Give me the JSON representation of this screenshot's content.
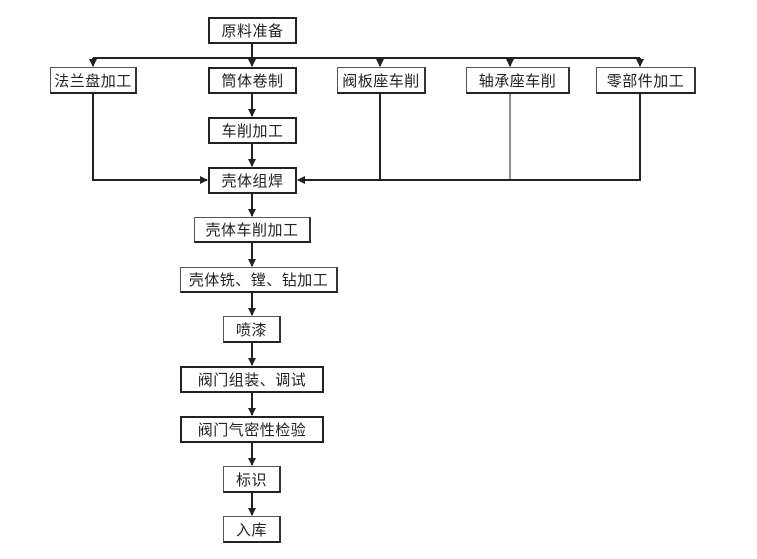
{
  "title": "阀门生产工艺流程",
  "steps": {
    "raw": "原料准备",
    "flange": "法兰盘加工",
    "cylinder": "筒体卷制",
    "valve_seat": "阀板座车削",
    "bearing_seat": "轴承座车削",
    "parts": "零部件加工",
    "turning": "车削加工",
    "weld": "壳体组焊",
    "shell_turning": "壳体车削加工",
    "shell_milling": "壳体铣、镗、钻加工",
    "painting": "喷漆",
    "assembly": "阀门组装、调试",
    "airtight": "阀门气密性检验",
    "marking": "标识",
    "storage": "入库"
  },
  "colors": {
    "line": "#222222",
    "box_border": "#333333"
  }
}
